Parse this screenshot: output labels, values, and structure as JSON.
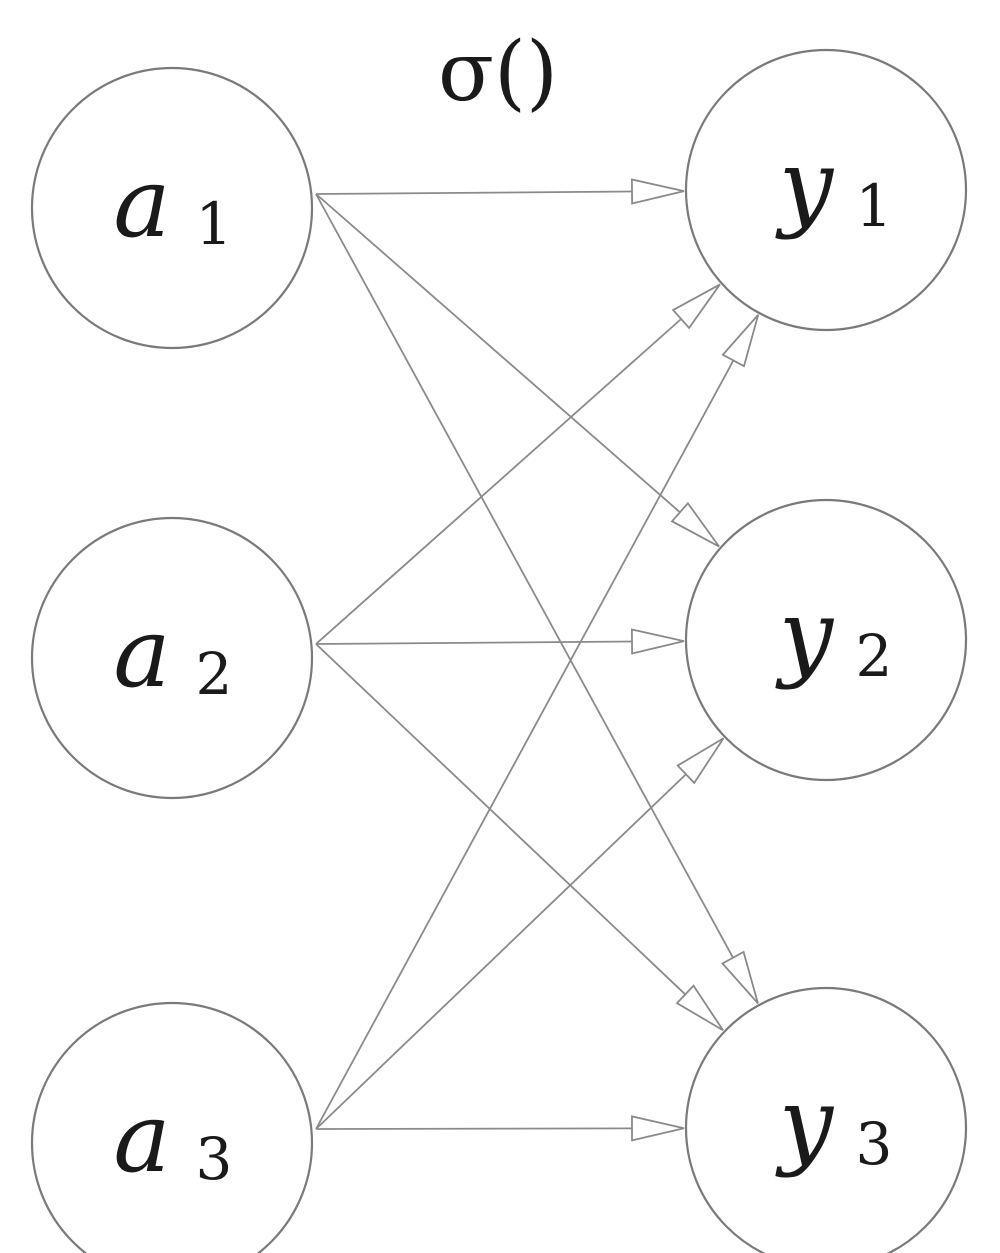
{
  "diagram": {
    "function_label": "σ()",
    "input_nodes": [
      {
        "letter": "a",
        "sub": "1"
      },
      {
        "letter": "a",
        "sub": "2"
      },
      {
        "letter": "a",
        "sub": "3"
      }
    ],
    "output_nodes": [
      {
        "letter": "y",
        "sub": "1"
      },
      {
        "letter": "y",
        "sub": "2"
      },
      {
        "letter": "y",
        "sub": "3"
      }
    ],
    "connectivity": "fully-connected",
    "colors": {
      "node_stroke": "#7a7a7a",
      "edge": "#8a8a8a",
      "text": "#1a1a1a",
      "background": "#ffffff"
    }
  }
}
